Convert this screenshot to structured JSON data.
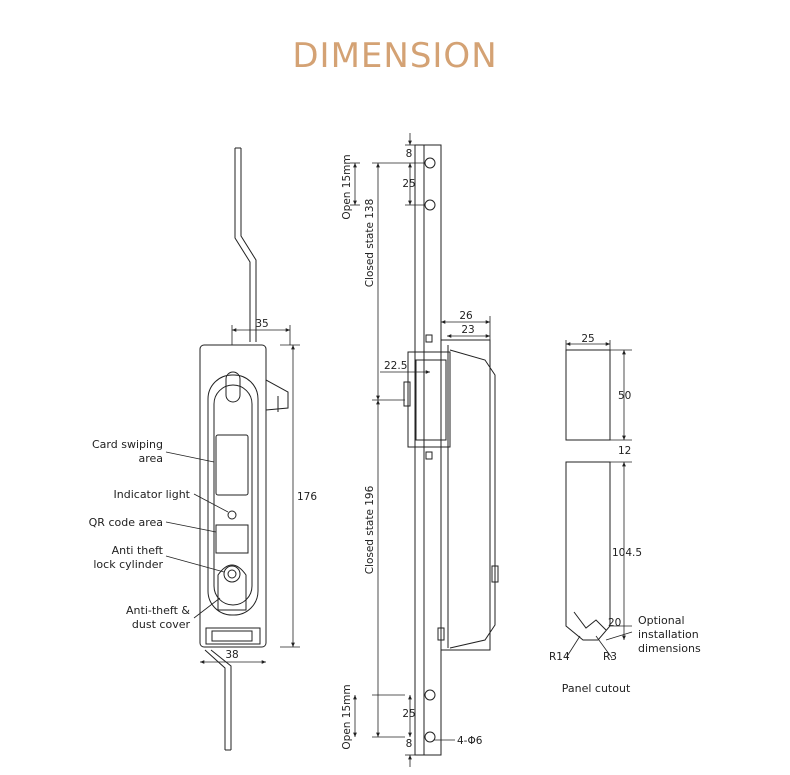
{
  "title": "DIMENSION",
  "colors": {
    "title": "#d4a274",
    "line": "#222222",
    "face": "#ffffff"
  },
  "front_view": {
    "callouts": {
      "card_swiping": [
        "Card swiping",
        "area"
      ],
      "indicator_light": "Indicator light",
      "qr_code": "QR code area",
      "anti_theft_lock": [
        "Anti theft",
        "lock cylinder"
      ],
      "anti_theft_dust": [
        "Anti-theft &",
        "dust cover"
      ]
    },
    "dims": {
      "top_width": "35",
      "height": "176",
      "bottom_width": "38"
    }
  },
  "side_view": {
    "dims": {
      "top_gap": "8",
      "top_spacing": "25",
      "open_top": "Open 15mm",
      "closed_top": "Closed state 138",
      "body_depth": "26",
      "body_inner": "23",
      "handle_offset": "22.5",
      "closed_bottom": "Closed state 196",
      "open_bottom": "Open 15mm",
      "bottom_spacing": "25",
      "bottom_gap": "8",
      "holes": "4-Φ6"
    }
  },
  "panel_cutout": {
    "dims": {
      "width": "25",
      "upper_height": "50",
      "gap": "12",
      "lower_height": "104.5",
      "corner": "20",
      "r_large": "R14",
      "r_small": "R3"
    },
    "note": [
      "Optional",
      "installation",
      "dimensions"
    ],
    "caption": "Panel cutout"
  }
}
